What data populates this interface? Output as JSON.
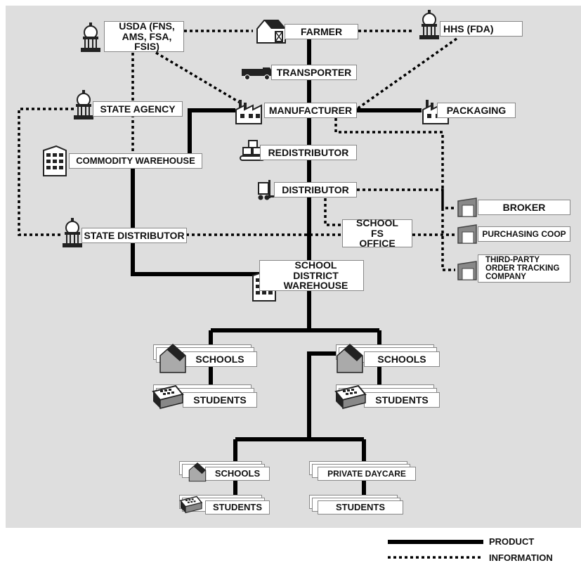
{
  "nodes": {
    "usda": "USDA (FNS, AMS, FSA, FSIS)",
    "farmer": "FARMER",
    "hhs": "HHS (FDA)",
    "transporter": "TRANSPORTER",
    "state_agency": "STATE AGENCY",
    "manufacturer": "MANUFACTURER",
    "packaging": "PACKAGING",
    "commodity_warehouse": "COMMODITY WAREHOUSE",
    "redistributor": "REDISTRIBUTOR",
    "distributor": "DISTRIBUTOR",
    "broker": "BROKER",
    "state_distributor": "STATE DISTRIBUTOR",
    "school_fs_office": "SCHOOL FS OFFICE",
    "purchasing_coop": "PURCHASING COOP",
    "third_party": "THIRD-PARTY ORDER TRACKING COMPANY",
    "school_district_warehouse": "SCHOOL DISTRICT WAREHOUSE",
    "schools_left": "SCHOOLS",
    "students_left": "STUDENTS",
    "schools_right": "SCHOOLS",
    "students_right": "STUDENTS",
    "schools_bottom": "SCHOOLS",
    "private_daycare": "PRIVATE DAYCARE",
    "students_bottom_left": "STUDENTS",
    "students_bottom_right": "STUDENTS"
  },
  "legend": {
    "product": "PRODUCT",
    "information": "INFORMATION"
  },
  "icons": [
    "capitol-icon",
    "barn-icon",
    "truck-icon",
    "factory-icon",
    "warehouse-building-icon",
    "boxes-conveyor-icon",
    "forklift-icon",
    "garage-icon",
    "house-icon",
    "cash-register-icon"
  ]
}
